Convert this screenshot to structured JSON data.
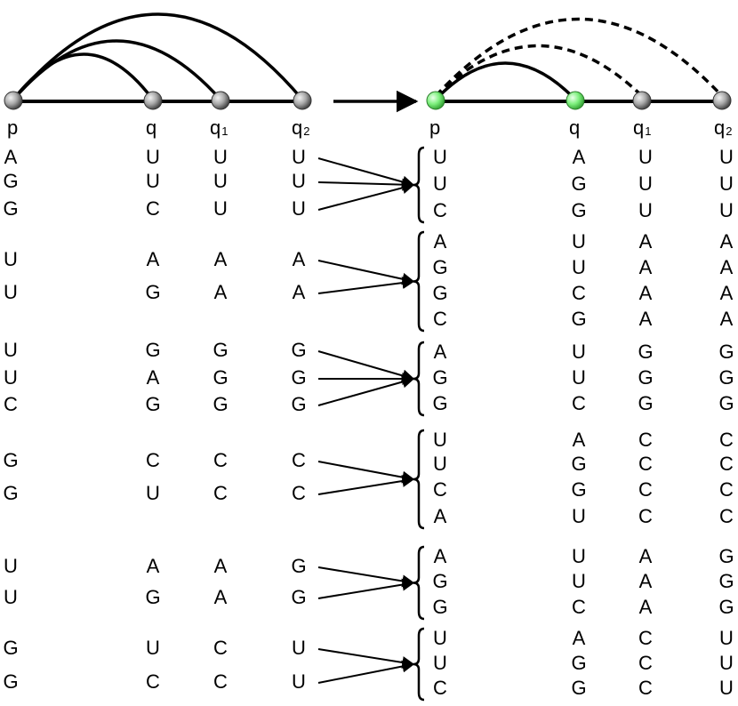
{
  "labels": {
    "left": {
      "p": "p",
      "q": "q",
      "q1": "q",
      "q1_sub": "1",
      "q2": "q",
      "q2_sub": "2"
    },
    "right": {
      "p": "p",
      "q": "q",
      "q1": "q",
      "q1_sub": "1",
      "q2": "q",
      "q2_sub": "2"
    }
  },
  "colors": {
    "gray_node": "#9a9a9a",
    "green_node": "#7ef07e",
    "stroke": "#000000"
  },
  "blocks": [
    {
      "left": {
        "p": [
          "A",
          "G",
          "G"
        ],
        "q": [
          "U",
          "U",
          "C"
        ],
        "q1": [
          "U",
          "U",
          "U"
        ],
        "q2": [
          "U",
          "U",
          "U"
        ]
      },
      "right": {
        "p": [
          "U",
          "U",
          "C"
        ],
        "q": [
          "A",
          "G",
          "G"
        ],
        "q1": [
          "U",
          "U",
          "U"
        ],
        "q2": [
          "U",
          "U",
          "U"
        ]
      }
    },
    {
      "left": {
        "p": [
          "U",
          "U"
        ],
        "q": [
          "A",
          "G"
        ],
        "q1": [
          "A",
          "A"
        ],
        "q2": [
          "A",
          "A"
        ]
      },
      "right": {
        "p": [
          "A",
          "G",
          "G",
          "C"
        ],
        "q": [
          "U",
          "U",
          "C",
          "G"
        ],
        "q1": [
          "A",
          "A",
          "A",
          "A"
        ],
        "q2": [
          "A",
          "A",
          "A",
          "A"
        ]
      }
    },
    {
      "left": {
        "p": [
          "U",
          "U",
          "C"
        ],
        "q": [
          "G",
          "A",
          "G"
        ],
        "q1": [
          "G",
          "G",
          "G"
        ],
        "q2": [
          "G",
          "G",
          "G"
        ]
      },
      "right": {
        "p": [
          "A",
          "G",
          "G"
        ],
        "q": [
          "U",
          "U",
          "C"
        ],
        "q1": [
          "G",
          "G",
          "G"
        ],
        "q2": [
          "G",
          "G",
          "G"
        ]
      }
    },
    {
      "left": {
        "p": [
          "G",
          "G"
        ],
        "q": [
          "C",
          "U"
        ],
        "q1": [
          "C",
          "C"
        ],
        "q2": [
          "C",
          "C"
        ]
      },
      "right": {
        "p": [
          "U",
          "U",
          "C",
          "A"
        ],
        "q": [
          "A",
          "G",
          "G",
          "U"
        ],
        "q1": [
          "C",
          "C",
          "C",
          "C"
        ],
        "q2": [
          "C",
          "C",
          "C",
          "C"
        ]
      }
    },
    {
      "left": {
        "p": [
          "U",
          "U"
        ],
        "q": [
          "A",
          "G"
        ],
        "q1": [
          "A",
          "A"
        ],
        "q2": [
          "G",
          "G"
        ]
      },
      "right": {
        "p": [
          "A",
          "G",
          "G"
        ],
        "q": [
          "U",
          "U",
          "C"
        ],
        "q1": [
          "A",
          "A",
          "A"
        ],
        "q2": [
          "G",
          "G",
          "G"
        ]
      }
    },
    {
      "left": {
        "p": [
          "G",
          "G"
        ],
        "q": [
          "U",
          "C"
        ],
        "q1": [
          "C",
          "C"
        ],
        "q2": [
          "U",
          "U"
        ]
      },
      "right": {
        "p": [
          "U",
          "U",
          "C"
        ],
        "q": [
          "A",
          "G",
          "G"
        ],
        "q1": [
          "C",
          "C",
          "C"
        ],
        "q2": [
          "U",
          "U",
          "U"
        ]
      }
    }
  ]
}
